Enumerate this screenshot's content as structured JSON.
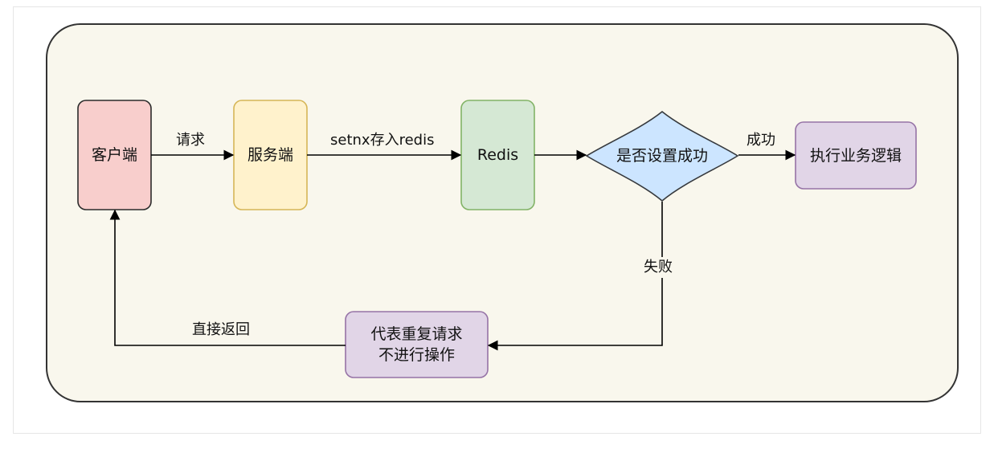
{
  "nodes": {
    "client": {
      "label": "客户端",
      "fill": "#f8cecc",
      "stroke": "#2b2b2b"
    },
    "server": {
      "label": "服务端",
      "fill": "#fff2cc",
      "stroke": "#d6b656"
    },
    "redis": {
      "label": "Redis",
      "fill": "#d5e8d4",
      "stroke": "#82b366"
    },
    "decision": {
      "label": "是否设置成功",
      "fill": "#cce5ff",
      "stroke": "#36393d"
    },
    "business": {
      "label": "执行业务逻辑",
      "fill": "#e1d5e7",
      "stroke": "#9673a6"
    },
    "duplicate": {
      "line1": "代表重复请求",
      "line2": "不进行操作",
      "fill": "#e1d5e7",
      "stroke": "#9673a6"
    }
  },
  "edges": {
    "client_to_server": "请求",
    "server_to_redis": "setnx存入redis",
    "decision_success": "成功",
    "decision_fail": "失败",
    "return_direct": "直接返回"
  },
  "colors": {
    "container_fill": "#f9f7ed",
    "container_stroke": "#333333",
    "edge": "#000000"
  }
}
